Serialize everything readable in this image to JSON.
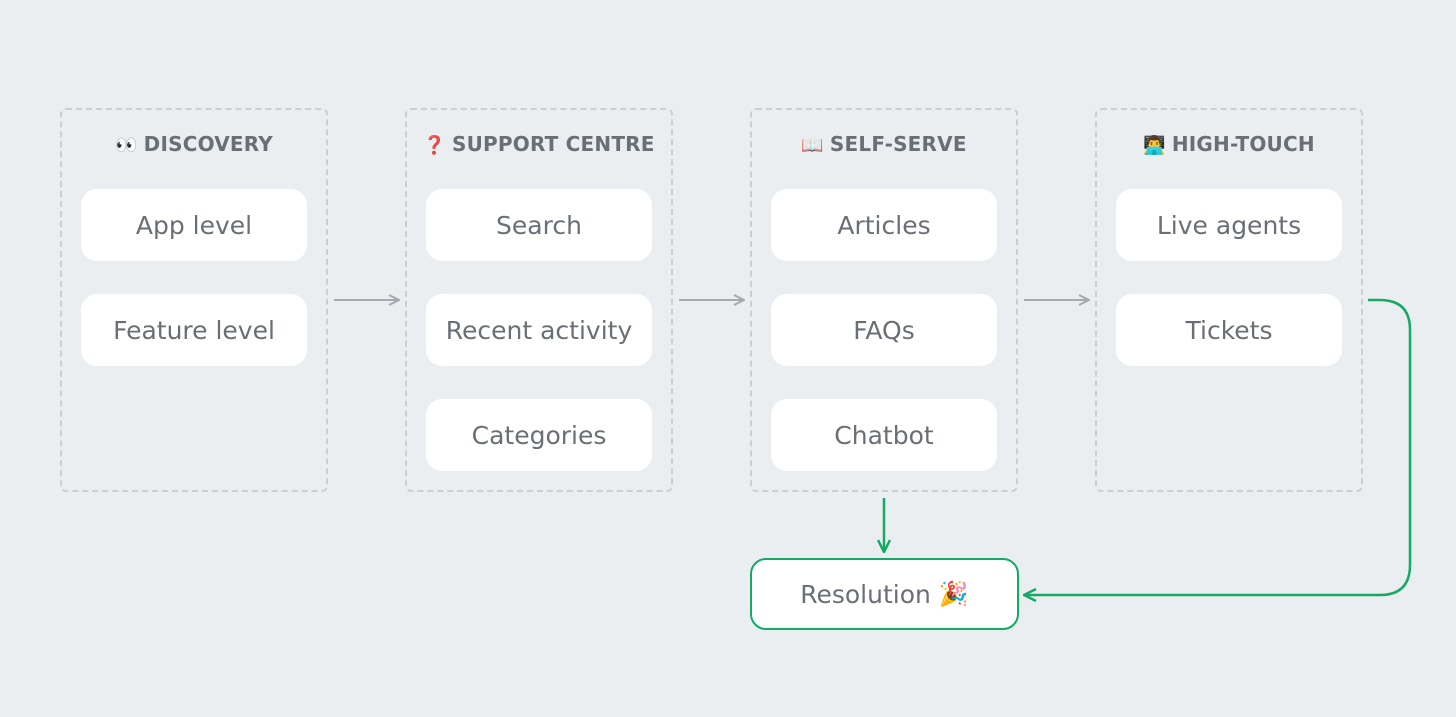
{
  "columns": [
    {
      "emoji": "👀",
      "title": "DISCOVERY",
      "items": [
        "App level",
        "Feature level"
      ]
    },
    {
      "emoji": "❓",
      "title": "SUPPORT CENTRE",
      "items": [
        "Search",
        "Recent activity",
        "Categories"
      ]
    },
    {
      "emoji": "📖",
      "title": "SELF-SERVE",
      "items": [
        "Articles",
        "FAQs",
        "Chatbot"
      ]
    },
    {
      "emoji": "👨‍💻",
      "title": "HIGH-TOUCH",
      "items": [
        "Live agents",
        "Tickets"
      ]
    }
  ],
  "resolution": {
    "label": "Resolution",
    "emoji": "🎉"
  },
  "colors": {
    "background": "#ebeef1",
    "card": "#ffffff",
    "text": "#6a6f76",
    "dashed_border": "#cbced3",
    "grey_arrow": "#a6a9ad",
    "green_accent": "#14a964"
  }
}
